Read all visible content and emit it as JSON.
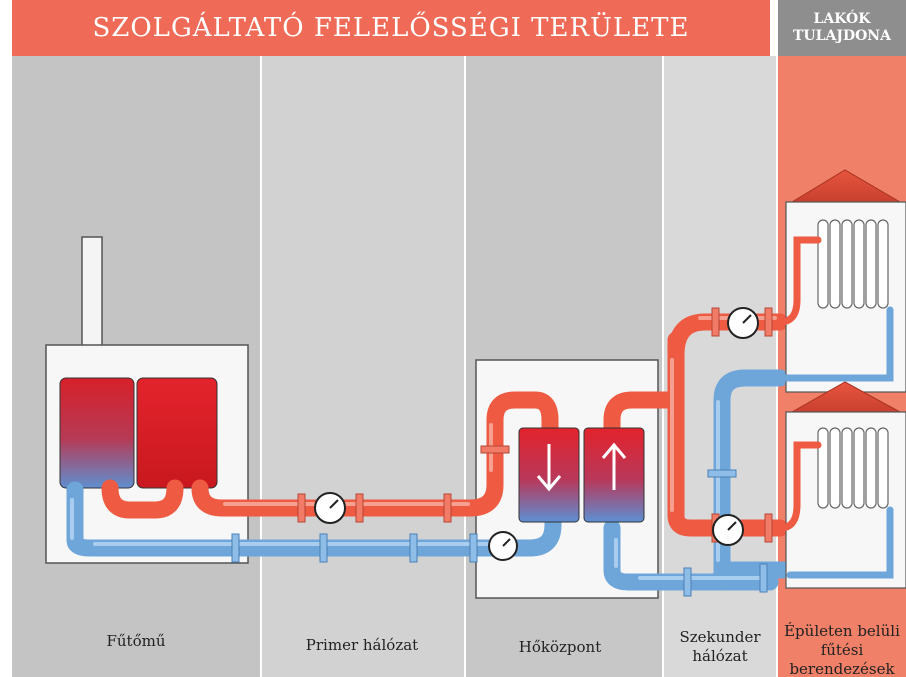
{
  "banner": {
    "provider": "SZOLGÁLTATÓ FELELŐSSÉGI TERÜLETE",
    "owner_line1": "LAKÓK",
    "owner_line2": "TULAJDONA"
  },
  "sections": {
    "plant": "Fűtőmű",
    "primary": "Primer hálózat",
    "substation": "Hőközpont",
    "secondary_line1": "Szekunder",
    "secondary_line2": "hálózat",
    "building_line1": "Épületen belüli",
    "building_line2": "fűtési",
    "building_line3": "berendezések"
  },
  "colors": {
    "hot": "#ef5a42",
    "cold": "#6ea6da",
    "banner": "#ef6b57",
    "owner_banner": "#8e8e8e"
  }
}
